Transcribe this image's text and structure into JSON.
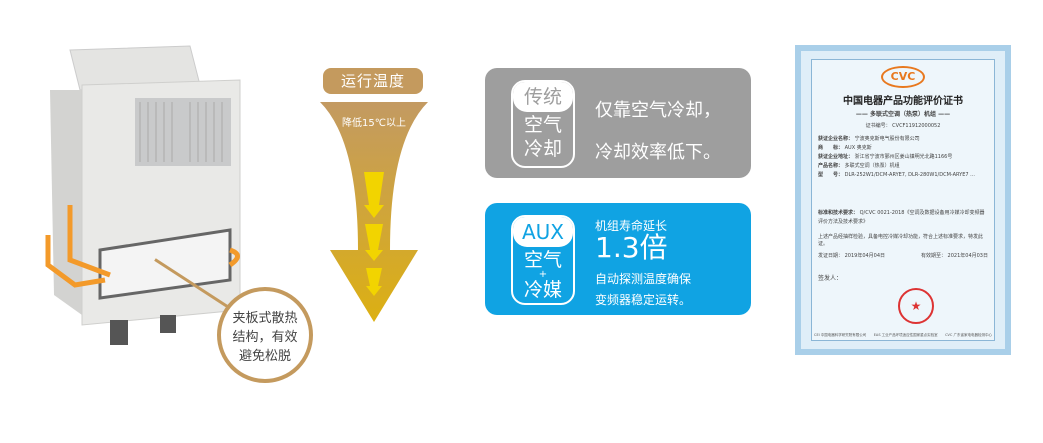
{
  "product": {
    "callout": [
      "夹板式散热",
      "结构，有效",
      "避免松脱"
    ]
  },
  "temperature": {
    "badge": "运行温度",
    "label": "降低15℃以上"
  },
  "traditional": {
    "tag_top": "传统",
    "tag_line1": "空气",
    "tag_line2": "冷却",
    "line1": "仅靠空气冷却，",
    "line2": "冷却效率低下。"
  },
  "aux": {
    "tag_top": "AUX",
    "tag_line1": "空气",
    "tag_plus": "+",
    "tag_line2": "冷媒",
    "subtitle": "机组寿命延长",
    "value": "1.3倍",
    "line1": "自动探测温度确保",
    "line2": "变频器稳定运转。"
  },
  "certificate": {
    "logo": "CVC",
    "title": "中国电器产品功能评价证书",
    "subtitle": "—— 多联式空调（热泵）机组 ——",
    "number": "证书编号： CVCF11912000052",
    "rows": [
      {
        "k": "获证企业名称：",
        "v": "宁波奥克斯电气股份有限公司"
      },
      {
        "k": "商　　标：",
        "v": "AUX 奥克斯"
      },
      {
        "k": "获证企业地址：",
        "v": "浙江省宁波市鄞州区姜山镇明光北路1166号"
      },
      {
        "k": "产品名称：",
        "v": "多联式空调（热泵）机组"
      },
      {
        "k": "型　　号：",
        "v": "DLR-252W1/DCM-ARYE7, DLR-280W1/DCM-ARYE7 ..."
      },
      {
        "k": "标准和技术要求：",
        "v": "Q/CVC 0021-2018《空调及数据设备用冷媒冷却变频器评价方法及技术要求》"
      }
    ],
    "statement": "上述产品经抽样检验，具备电控冷媒冷却功能，符合上述标准要求，特发此证。",
    "issue": "发证日期： 2019年04月04日",
    "expiry": "有效期至： 2021年04月03日",
    "signer": "签发人：",
    "footer": [
      "CEI 中国电器科学研究院有限公司",
      "EAS 工业产品环境适应性国家重点实验室",
      "CVC 广东省家电电器检测中心"
    ]
  },
  "colors": {
    "gold": "#c49a5e",
    "gray": "#9e9e9e",
    "blue": "#10a3e3",
    "orange": "#f39a2a"
  }
}
